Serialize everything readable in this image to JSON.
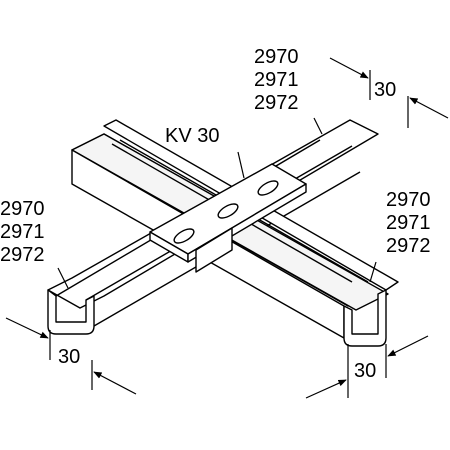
{
  "part_label": "KV 30",
  "rail_labels": {
    "top_right": [
      "2970",
      "2971",
      "2972"
    ],
    "left": [
      "2970",
      "2971",
      "2972"
    ],
    "right": [
      "2970",
      "2971",
      "2972"
    ]
  },
  "dimensions": {
    "top_right": "30",
    "bottom_left": "30",
    "bottom_right": "30"
  }
}
